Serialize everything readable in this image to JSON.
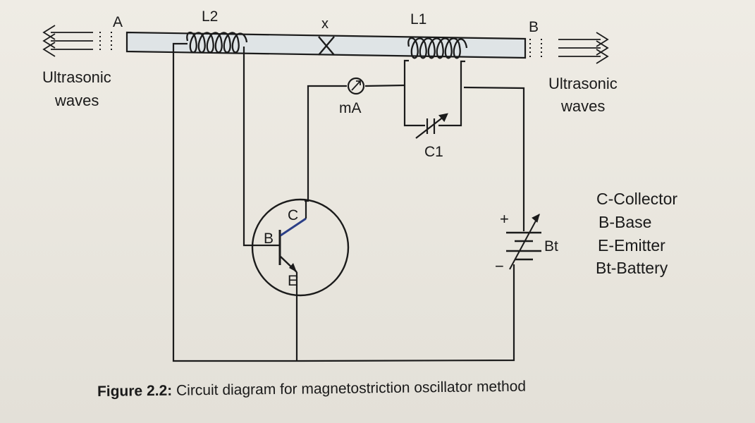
{
  "labels": {
    "end_a": "A",
    "end_b": "B",
    "coil_l2": "L2",
    "coil_l1": "L1",
    "rod_center": "x",
    "meter": "mA",
    "capacitor": "C1",
    "collector": "C",
    "base": "B",
    "emitter": "E",
    "battery": "Bt",
    "battery_plus": "+",
    "battery_minus": "−",
    "waves_left_line1": "Ultrasonic",
    "waves_left_line2": "waves",
    "waves_right_line1": "Ultrasonic",
    "waves_right_line2": "waves"
  },
  "legend": [
    "C-Collector",
    "B-Base",
    "E-Emitter",
    "Bt-Battery"
  ],
  "caption": {
    "label": "Figure 2.2:",
    "text": "Circuit diagram for magnetostriction oscillator method"
  }
}
